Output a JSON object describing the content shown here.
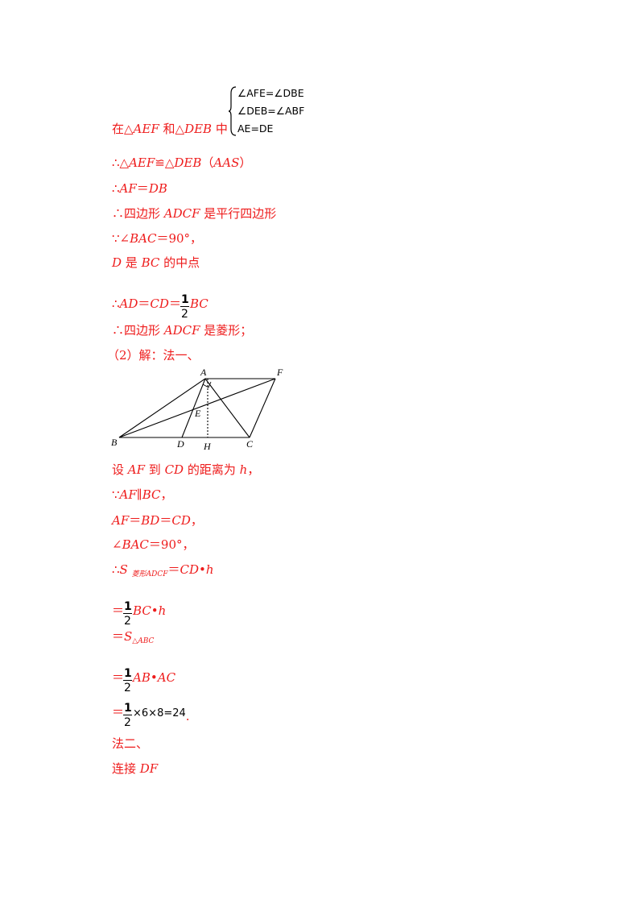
{
  "system": {
    "rows": [
      "∠AFE=∠DBE",
      "∠DEB=∠ABF",
      "AE=DE"
    ],
    "prefix_a": "在△",
    "prefix_b": "AEF",
    "prefix_c": " 和△",
    "prefix_d": "DEB",
    "prefix_e": " 中"
  },
  "proof": [
    {
      "pre": "∴△",
      "it": "AEF",
      "mid": "≌△",
      "it2": "DEB",
      "post": "（",
      "it3": "AAS",
      "end": "）"
    },
    {
      "pre": "∴",
      "it": "AF",
      "mid": "＝",
      "it2": "DB",
      "post": "",
      "it3": "",
      "end": ""
    },
    {
      "pre": "∴四边形 ",
      "it": "ADCF",
      "mid": " 是平行四边形",
      "it2": "",
      "post": "",
      "it3": "",
      "end": ""
    },
    {
      "pre": "∵∠",
      "it": "BAC",
      "mid": "＝90°，",
      "it2": "",
      "post": "",
      "it3": "",
      "end": ""
    },
    {
      "pre": "",
      "it": "D",
      "mid": " 是 ",
      "it2": "BC",
      "post": " 的中点",
      "it3": "",
      "end": ""
    }
  ],
  "ad_cd": {
    "pre": "∴",
    "it": "AD",
    "eq1": "＝",
    "it2": "CD",
    "eq2": "＝",
    "num": "1",
    "den": "2",
    "it3": "BC"
  },
  "rhombus": {
    "pre": "∴四边形 ",
    "it": "ADCF",
    "post": " 是菱形；"
  },
  "part2": "（2）解：法一、",
  "figure_labels": {
    "A": "A",
    "F": "F",
    "B": "B",
    "D": "D",
    "H": "H",
    "C": "C",
    "E": "E"
  },
  "method1": [
    {
      "pre": "设 ",
      "it": "AF",
      "mid": " 到 ",
      "it2": "CD",
      "post": " 的距离为 ",
      "it3": "h",
      "end": "，"
    },
    {
      "pre": "∵",
      "it": "AF",
      "mid": "∥",
      "it2": "BC",
      "post": "，",
      "it3": "",
      "end": ""
    },
    {
      "pre": "",
      "it": "AF",
      "mid": "＝",
      "it2": "BD",
      "post": "＝",
      "it3": "CD",
      "end": "，"
    },
    {
      "pre": "∠",
      "it": "BAC",
      "mid": "＝90°，",
      "it2": "",
      "post": "",
      "it3": "",
      "end": ""
    }
  ],
  "area": {
    "pre": "∴",
    "S": "S",
    "sub": "菱形ADCF",
    "eq": "＝",
    "it": "CD",
    "dot": "•",
    "h": "h"
  },
  "step1": {
    "eq": "＝",
    "num": "1",
    "den": "2",
    "it": "BC",
    "dot": "•",
    "h": "h"
  },
  "step2": {
    "eq": "＝",
    "S": "S",
    "sub": "△ABC"
  },
  "step3": {
    "eq": "＝",
    "num": "1",
    "den": "2",
    "it": "AB",
    "dot": "•",
    "it2": "AC"
  },
  "step4": {
    "eq": "＝",
    "num": "1",
    "den": "2",
    "expr": "×6×8=24",
    "end": "."
  },
  "method2": "法二、",
  "connect": {
    "pre": "连接 ",
    "it": "DF"
  }
}
